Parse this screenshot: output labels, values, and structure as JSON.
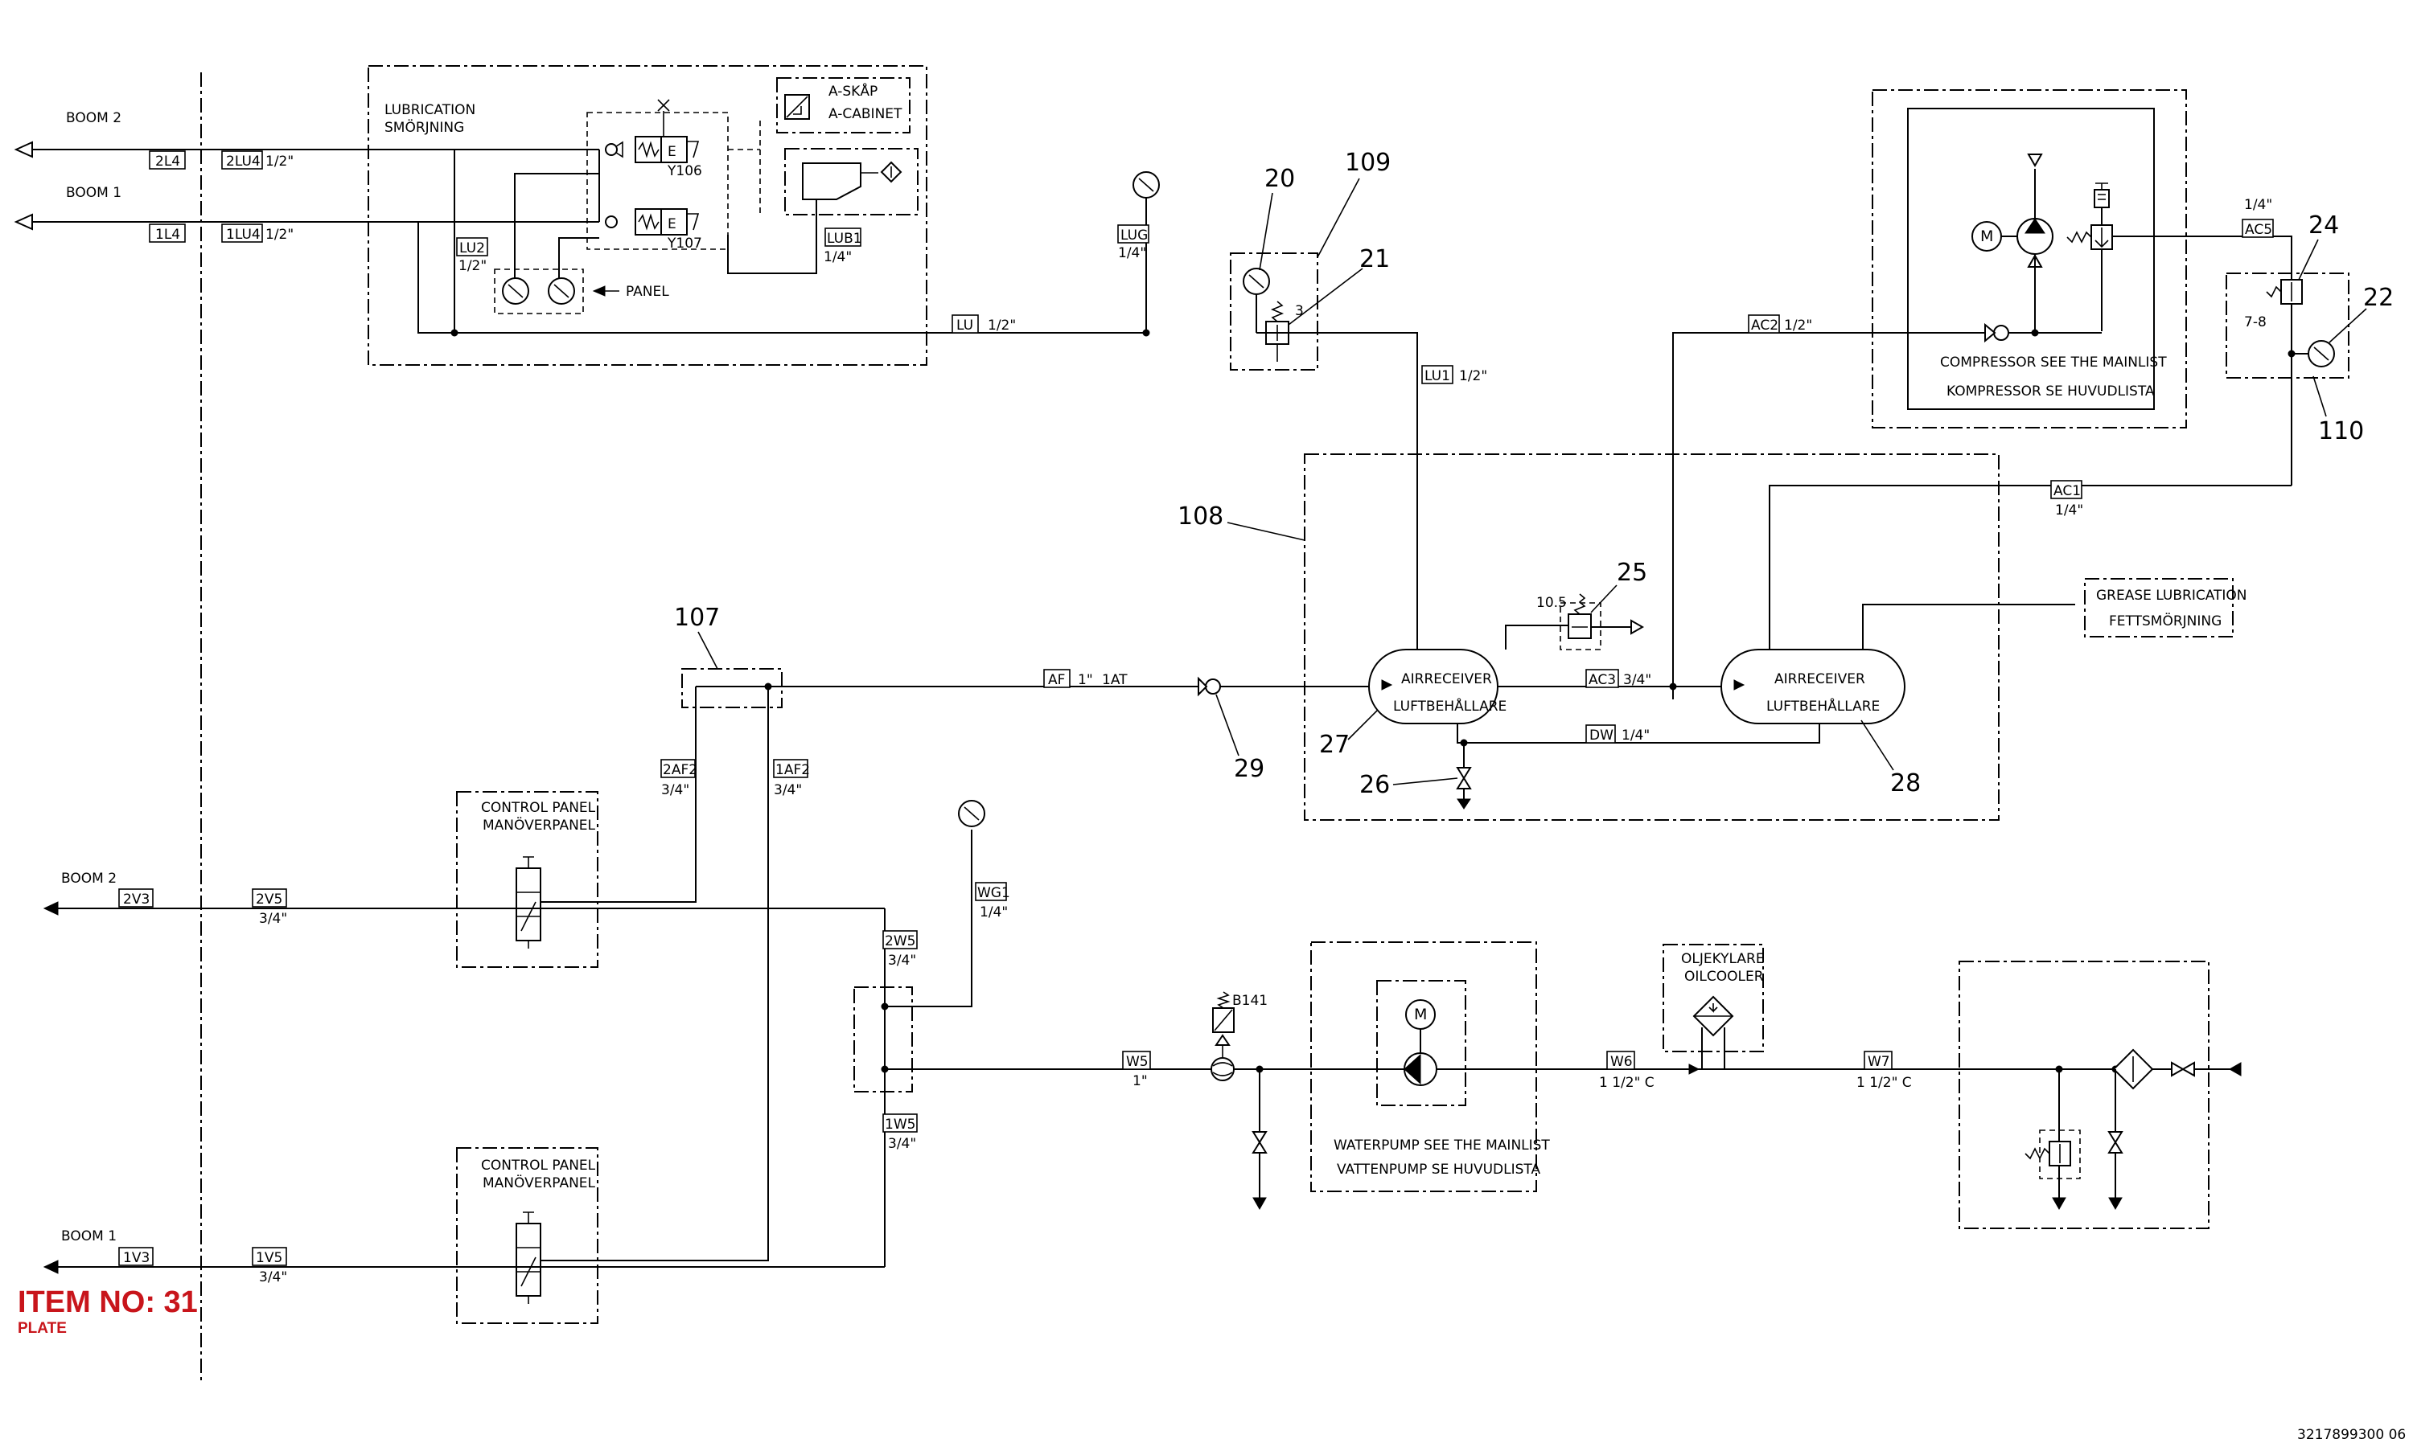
{
  "booms": {
    "lube_boom2": "BOOM 2",
    "lube_boom1": "BOOM 1",
    "control_boom2": "BOOM 2",
    "control_boom1": "BOOM 1"
  },
  "lubrication": {
    "title_en": "LUBRICATION",
    "title_sv": "SMÖRJNING",
    "a_skap": "A-SKÅP",
    "a_cabinet": "A-CABINET",
    "valve_y106": "Y106",
    "valve_y107": "Y107",
    "panel": "PANEL"
  },
  "line_tags": {
    "2L4": "2L4",
    "2LU4": "2LU4",
    "2LU4_size": "1/2\"",
    "1L4": "1L4",
    "1LU4": "1LU4",
    "1LU4_size": "1/2\"",
    "LU2": "LU2",
    "LU2_size": "1/2\"",
    "LUB1": "LUB1",
    "LUB1_size": "1/4\"",
    "LU": "LU",
    "LU_size": "1/2\"",
    "LUG": "LUG",
    "LUG_size": "1/4\"",
    "LU1": "LU1",
    "LU1_size": "1/2\"",
    "AC2": "AC2",
    "AC2_size": "1/2\"",
    "AC5": "AC5",
    "AC5_size": "1/4\"",
    "AC1": "AC1",
    "AC1_size": "1/4\"",
    "AC3": "AC3",
    "AC3_size": "3/4\"",
    "DW": "DW",
    "DW_size": "1/4\"",
    "AF": "AF",
    "AF_size": "1\"",
    "AF_extra": "1AT",
    "2AF2": "2AF2",
    "2AF2_size": "3/4\"",
    "1AF2": "1AF2",
    "1AF2_size": "3/4\"",
    "2V3": "2V3",
    "2V5": "2V5",
    "2V5_size": "3/4\"",
    "1V3": "1V3",
    "1V5": "1V5",
    "1V5_size": "3/4\"",
    "WG1": "WG1",
    "WG1_size": "1/4\"",
    "2W5": "2W5",
    "2W5_size": "3/4\"",
    "1W5": "1W5",
    "1W5_size": "3/4\"",
    "W5": "W5",
    "W5_size": "1\"",
    "W6": "W6",
    "W6_size": "1 1/2\"  C",
    "W7": "W7",
    "W7_size": "1 1/2\"  C"
  },
  "components": {
    "compressor_en": "COMPRESSOR SEE THE MAINLIST",
    "compressor_sv": "KOMPRESSOR SE HUVUDLISTA",
    "airreceiver_en": "AIRRECEIVER",
    "airreceiver_sv": "LUFTBEHÅLLARE",
    "grease_en": "GREASE LUBRICATION",
    "grease_sv": "FETTSMÖRJNING",
    "control_panel_en": "CONTROL PANEL",
    "control_panel_sv": "MANÖVERPANEL",
    "waterpump_en": "WATERPUMP SEE THE MAINLIST",
    "waterpump_sv": "VATTENPUMP SE HUVUDLISTA",
    "oilcooler_sv": "OLJEKYLARE",
    "oilcooler_en": "OILCOOLER",
    "b141": "B141",
    "relief_3": "3",
    "relief_10_5": "10.5",
    "relief_7_8": "7-8",
    "motor_m": "M"
  },
  "callouts": {
    "c20": "20",
    "c109": "109",
    "c21": "21",
    "c24": "24",
    "c22": "22",
    "c110": "110",
    "c108": "108",
    "c25": "25",
    "c107": "107",
    "c27": "27",
    "c29": "29",
    "c26": "26",
    "c28": "28"
  },
  "stamp": {
    "item": "ITEM NO: 31",
    "plate": "PLATE"
  },
  "drawing_number": "3217899300 06"
}
